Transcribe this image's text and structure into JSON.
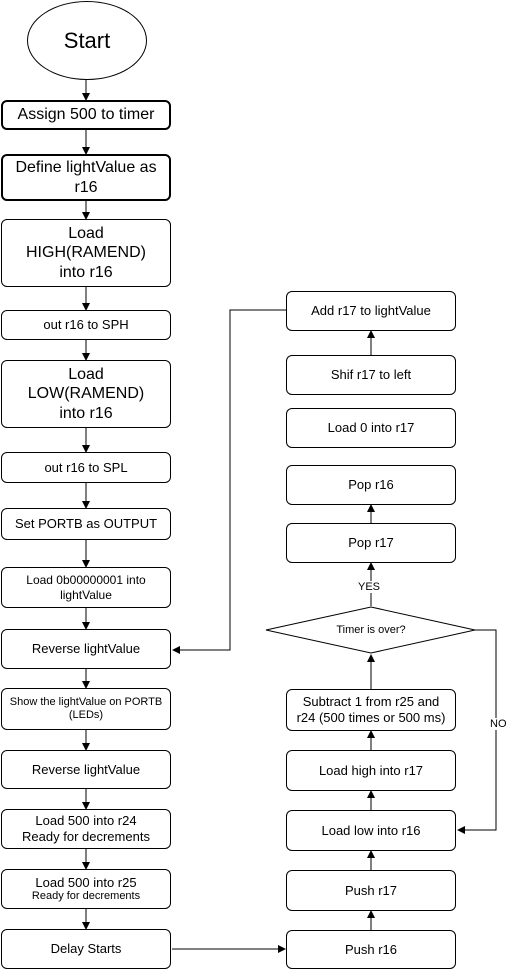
{
  "start": "Start",
  "left": {
    "assign_timer": "Assign 500 to timer",
    "define_light_1": "Define lightValue as",
    "define_light_2": "r16",
    "load_high_1": "Load",
    "load_high_2": "HIGH(RAMEND)",
    "load_high_3": "into r16",
    "out_sph": "out r16 to SPH",
    "load_low_1": "Load",
    "load_low_2": "LOW(RAMEND)",
    "load_low_3": "into r16",
    "out_spl": "out r16 to SPL",
    "set_portb": "Set PORTB as OUTPUT",
    "load_bin_1": "Load 0b00000001 into",
    "load_bin_2": "lightValue",
    "reverse_1": "Reverse lightValue",
    "show_1": "Show the lightValue on PORTB",
    "show_2": "(LEDs)",
    "reverse_2": "Reverse lightValue",
    "r24_1": "Load 500 into r24",
    "r24_2": "Ready for decrements",
    "r25_1": "Load 500 into r25",
    "r25_2": "Ready for decrements",
    "delay": "Delay Starts"
  },
  "right": {
    "add_r17": "Add r17 to lightValue",
    "shift": "Shif r17 to left",
    "load_zero": "Load 0 into r17",
    "pop_r16": "Pop r16",
    "pop_r17": "Pop r17",
    "timer_over": "Timer is over?",
    "subtract_1": "Subtract 1 from r25 and",
    "subtract_2": "r24 (500 times or 500 ms)",
    "load_high": "Load high into r17",
    "load_low": "Load low into r16",
    "push_r17": "Push r17",
    "push_r16": "Push r16"
  },
  "labels": {
    "yes": "YES",
    "no": "NO"
  }
}
